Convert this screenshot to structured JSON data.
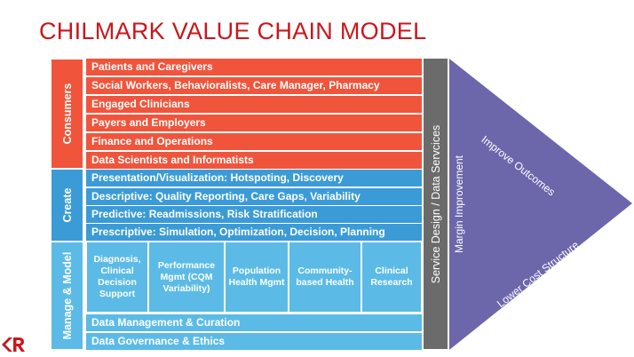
{
  "title": "CHILMARK VALUE CHAIN MODEL",
  "sections": {
    "consumers": "Consumers",
    "create": "Create",
    "manage": "Manage & Model"
  },
  "consumer_rows": [
    "Patients and Caregivers",
    "Social Workers, Behavioralists, Care Manager, Pharmacy",
    "Engaged Clinicians",
    "Payers and Employers",
    "Finance and Operations",
    "Data Scientists and Informatists"
  ],
  "create_rows": [
    "Presentation/Visualization: Hotspoting, Discovery",
    "Descriptive: Quality Reporting, Care Gaps, Variability",
    "Predictive: Readmissions, Risk Stratification",
    "Prescriptive: Simulation, Optimization, Decision, Planning"
  ],
  "manage_cells": [
    "Diagnosis, Clinical Decision Support",
    "Performance Mgmt (CQM Variability)",
    "Population Health Mgmt",
    "Community-based Health",
    "Clinical Research"
  ],
  "manage_rows": [
    "Data Management & Curation",
    "Data Governance & Ethics"
  ],
  "service_bar": "Service Design / Data Servcices",
  "triangle": {
    "margin": "Margin Improvement",
    "top": "Improve Outcomes",
    "bottom": "Lower Cost Structure"
  },
  "colors": {
    "title": "#c8171e",
    "consumers": "#f0553c",
    "create": "#3b9bd7",
    "manage": "#5bbbe6",
    "service": "#6b6b6b",
    "triangle": "#6c66ab"
  }
}
